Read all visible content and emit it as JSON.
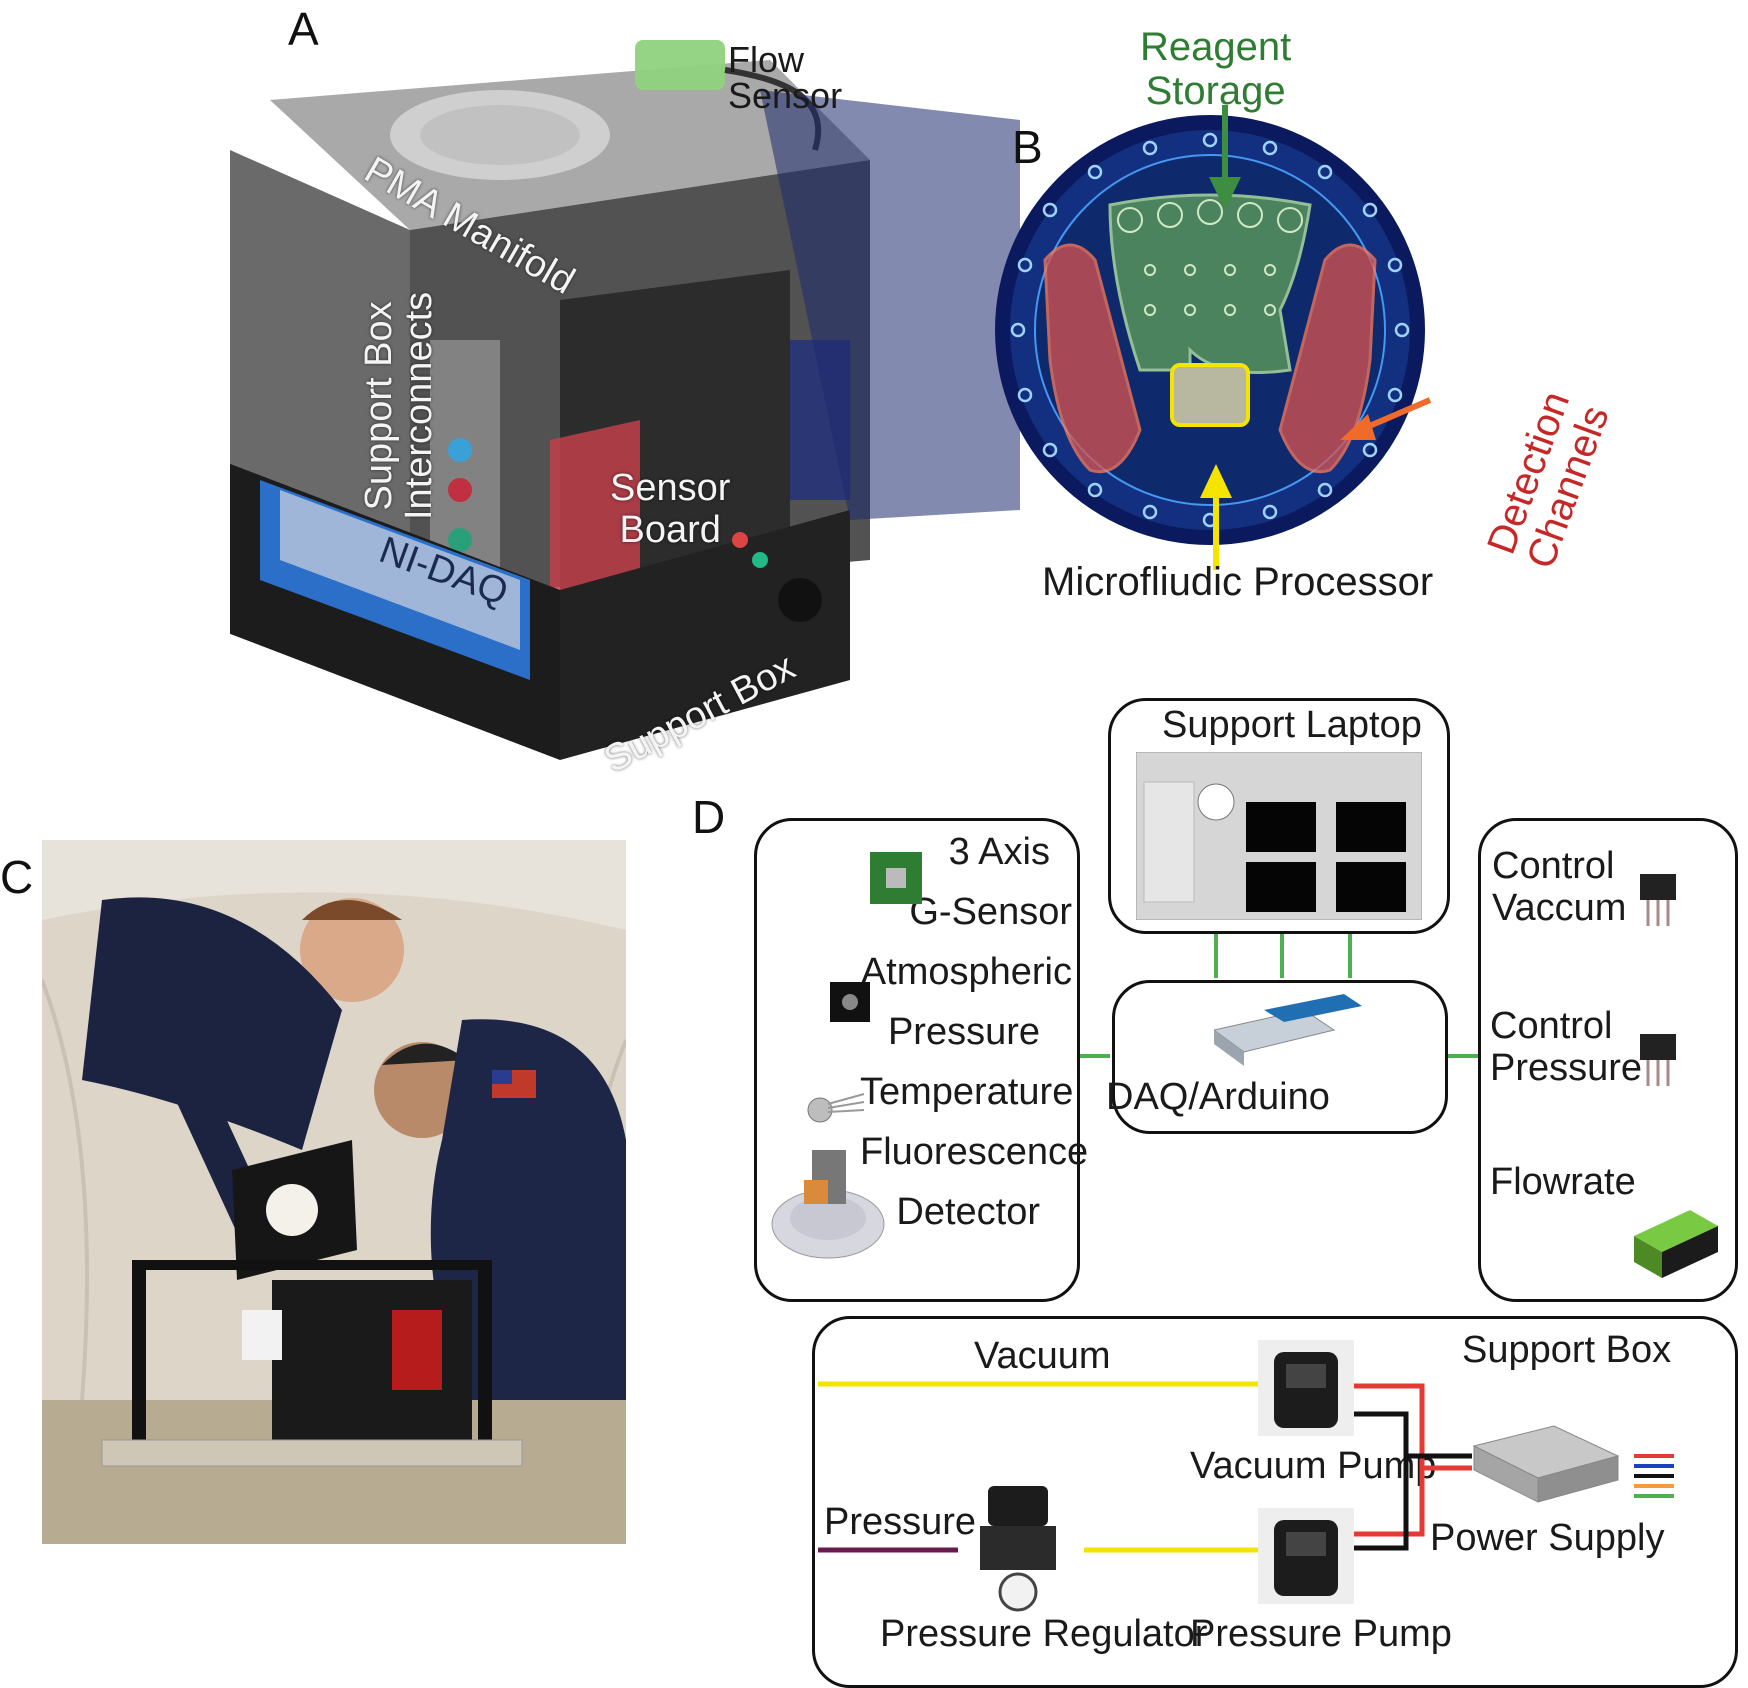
{
  "panels": {
    "a": "A",
    "b": "B",
    "c": "C",
    "d": "D"
  },
  "panel_a": {
    "flow_sensor": "Flow\nSensor",
    "pma_manifold": "PMA Manifold",
    "support_box_interconnects": "Support Box\nInterconnects",
    "sensor_board": "Sensor\nBoard",
    "ni_daq": "NI-DAQ",
    "support_box": "Support Box"
  },
  "panel_b": {
    "reagent_storage": "Reagent\nStorage",
    "detection_channels": "Detection\nChannels",
    "microfluidic_processor": "Microfliudic Processor"
  },
  "panel_d": {
    "support_laptop": "Support Laptop",
    "sensors": [
      "3 Axis",
      "G-Sensor",
      "Atmospheric",
      "Pressure",
      "Temperature",
      "Fluorescence",
      "Detector"
    ],
    "daq_arduino": "DAQ/Arduino",
    "control_vaccum": "Control\nVaccum",
    "control_pressure": "Control\nPressure",
    "flowrate": "Flowrate",
    "support_box_title": "Support Box",
    "vacuum": "Vacuum",
    "vacuum_pump": "Vacuum Pump",
    "power_supply": "Power Supply",
    "pressure": "Pressure",
    "pressure_regulator": "Pressure Regulator",
    "pressure_pump": "Pressure Pump"
  },
  "colors": {
    "reagent_green": "#2e7d32",
    "detection_red": "#c62828",
    "processor_yellow": "#f5e400",
    "connector_green": "#4caf50",
    "vacuum_line_yellow": "#f2e400",
    "pressure_line_purple": "#6a1b4d",
    "wire_red": "#e53935",
    "wire_black": "#111111",
    "wire_blue": "#1e3fbf",
    "wire_orange": "#f39c3d"
  }
}
